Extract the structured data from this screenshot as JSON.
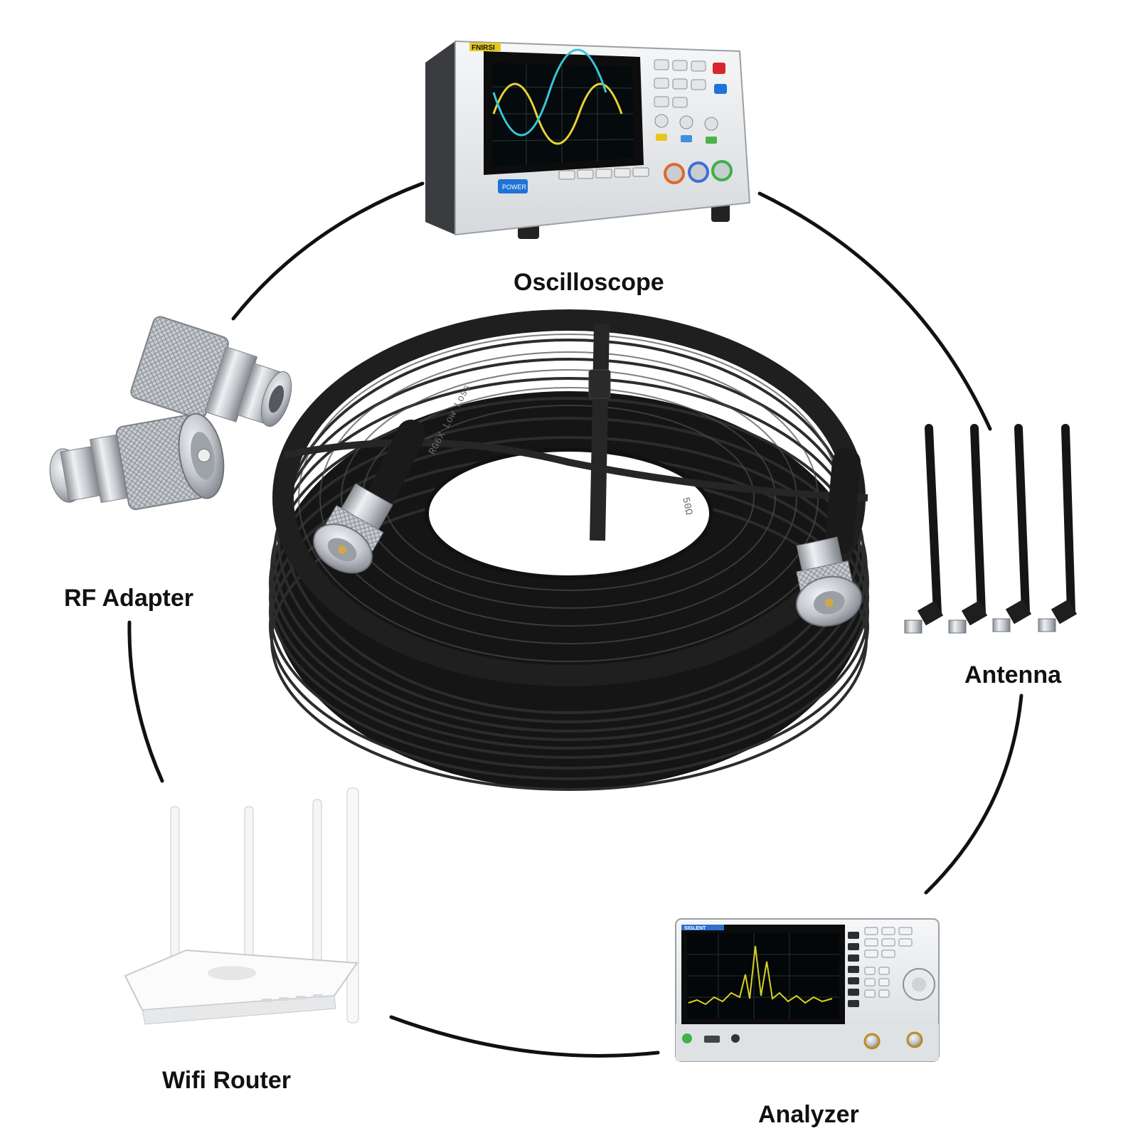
{
  "labels": {
    "oscilloscope": "Oscilloscope",
    "rf_adapter": "RF Adapter",
    "antenna": "Antenna",
    "wifi_router": "Wifi Router",
    "analyzer": "Analyzer"
  },
  "product": {
    "cable_print_1": "RG6X Low Loss",
    "cable_print_2": "50Ω"
  },
  "devices": {
    "oscilloscope": {
      "brand": "FNIRSI",
      "power_label": "POWER"
    },
    "analyzer": {
      "brand": "SIGLENT"
    }
  },
  "colors": {
    "ring": "#111111",
    "cable": "#1a1a1a",
    "metal": "#c9ccd1",
    "scope_trace_yellow": "#e9d23a",
    "scope_trace_cyan": "#39c5d8",
    "spectrum_trace": "#d9d021"
  }
}
